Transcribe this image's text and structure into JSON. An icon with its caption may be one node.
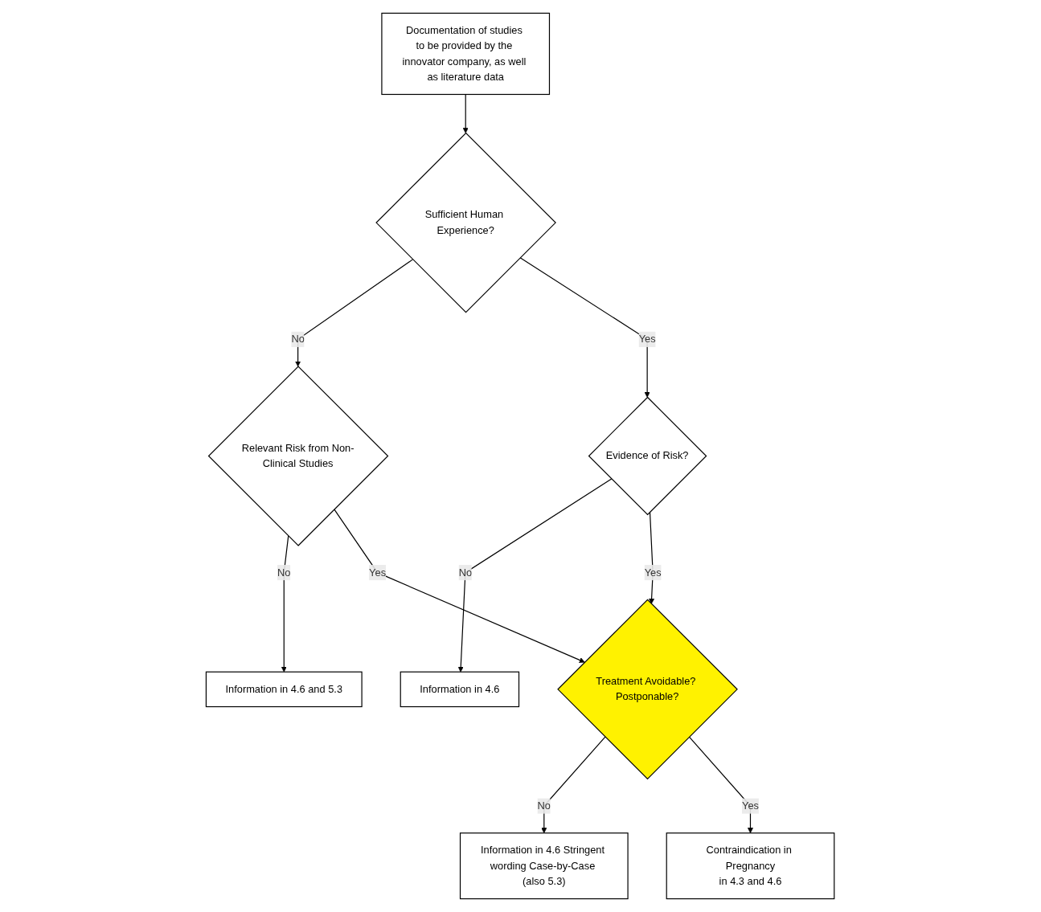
{
  "diagram": {
    "nodes": [
      {
        "text": [
          "Documentation of studies to be provided by the innovator company, as well as literature data"
        ]
      },
      {
        "text": [
          "Sufficient Human Experience?"
        ]
      },
      {
        "text": [
          "Relevant Risk from Non-Clinical Studies"
        ]
      },
      {
        "text": [
          "Information in 4.6 and 5.3"
        ]
      },
      {
        "text": [
          "Evidence of Risk?"
        ]
      },
      {
        "text": [
          "Information in 4.6"
        ]
      },
      {
        "text": [
          "Treatment Avoidable? Postponable?"
        ]
      },
      {
        "text": [
          "Information in 4.6 Stringent wording Case-by-Case (also 5.3)"
        ]
      },
      {
        "text": [
          "Contraindication in Pregnancy",
          "in 4.3 and 4.6"
        ]
      }
    ],
    "edges": [
      {
        "from": 0,
        "to": 1,
        "arrow": "to"
      },
      {
        "from": 1,
        "to": 2,
        "arrow": "to",
        "label": "No"
      },
      {
        "from": 2,
        "to": 3,
        "arrow": "to",
        "label": "No"
      },
      {
        "from": 1,
        "to": 4,
        "arrow": "to",
        "label": "Yes"
      },
      {
        "from": 4,
        "to": 5,
        "arrow": "to",
        "label": "No"
      },
      {
        "from": 4,
        "to": 6,
        "arrow": "to",
        "label": "Yes"
      },
      {
        "from": 2,
        "to": 6,
        "arrow": "to",
        "label": "Yes"
      },
      {
        "from": 6,
        "to": 7,
        "arrow": "to",
        "label": "No"
      },
      {
        "from": 6,
        "to": 8,
        "arrow": "to",
        "label": "Yes"
      }
    ]
  }
}
